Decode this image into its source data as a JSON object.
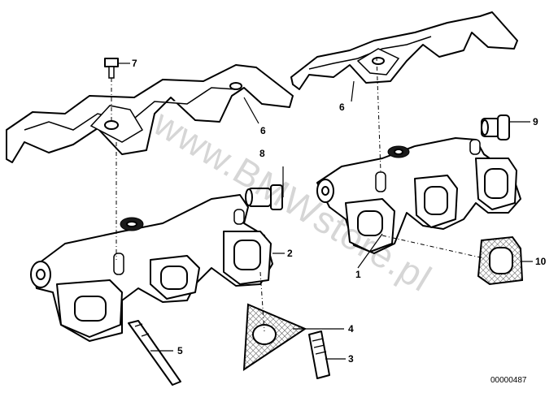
{
  "diagram": {
    "callouts": [
      "1",
      "2",
      "3",
      "4",
      "5",
      "6",
      "6",
      "7",
      "8",
      "9",
      "10"
    ],
    "watermark": "www.BMWstore.pl",
    "drawing_number": "00000487"
  }
}
